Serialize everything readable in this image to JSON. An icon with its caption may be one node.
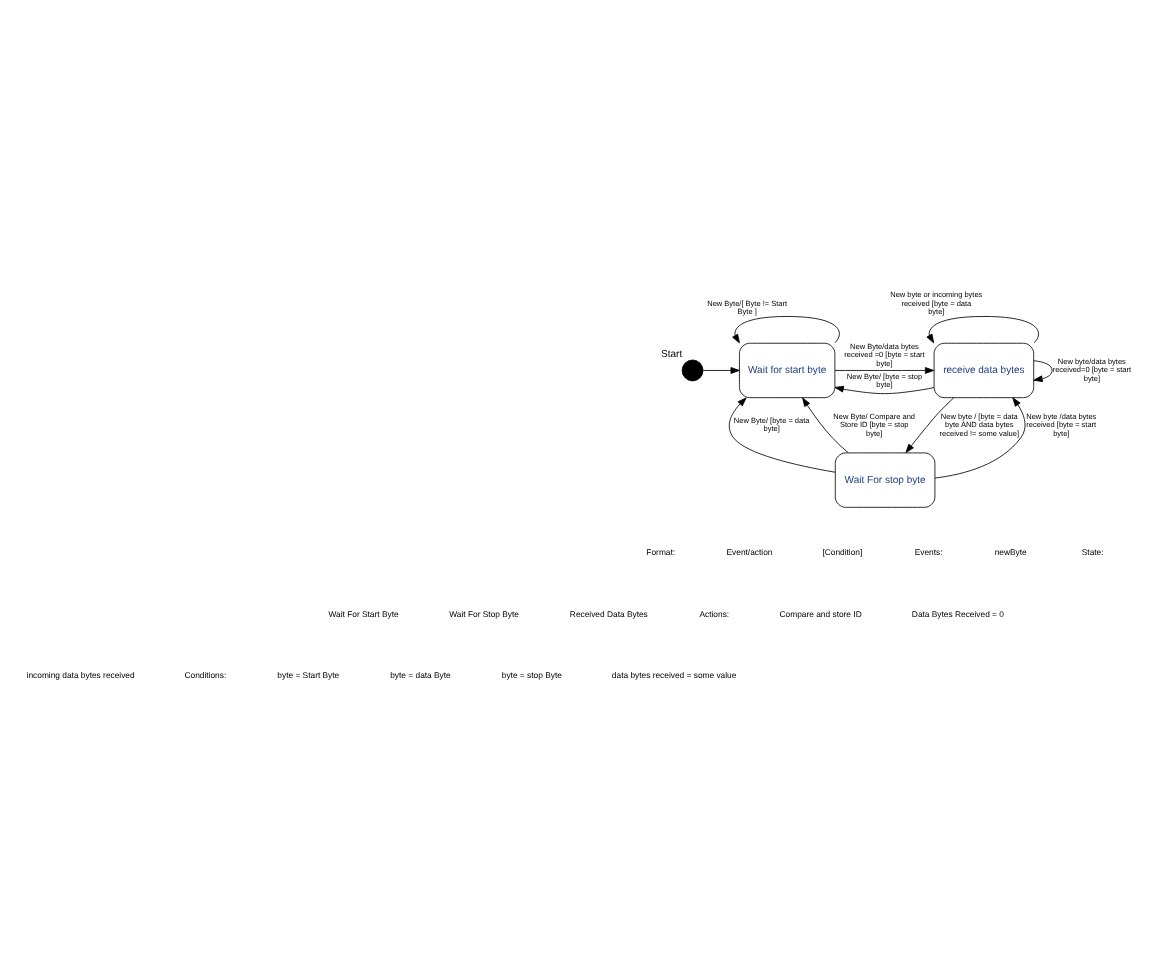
{
  "diagram": {
    "nodes": [
      {
        "text": [],
        "shape": "circle",
        "beside": [
          "Start"
        ]
      },
      {
        "text": [
          "Wait for start byte"
        ]
      },
      {
        "text": [
          "receive data bytes"
        ]
      },
      {
        "text": [
          "Wait For stop byte"
        ]
      }
    ],
    "edges": [
      {
        "from": 0,
        "to": 1,
        "arrow": "to"
      },
      {
        "from": 1,
        "to": 1,
        "arrow": "to",
        "label": "New Byte/[ Byte != Start Byte ]"
      },
      {
        "from": 1,
        "to": 2,
        "arrow": "to",
        "label": "New Byte/data bytes received =0 [byte = start byte]"
      },
      {
        "from": 2,
        "to": 1,
        "arrow": "to",
        "label": "New Byte/ [byte = stop byte]"
      },
      {
        "from": 2,
        "to": 2,
        "arrow": "to",
        "label": "New byte or incoming bytes received [byte = data byte]"
      },
      {
        "from": 2,
        "to": 2,
        "arrow": "to",
        "label": "New byte/data bytes received=0 [byte = start byte]"
      },
      {
        "from": 3,
        "to": 1,
        "arrow": "to",
        "label": "New Byte/ [byte = data byte]"
      },
      {
        "from": 3,
        "to": 1,
        "arrow": "to",
        "label": "New Byte/ Compare and Store ID [byte = stop byte]"
      },
      {
        "from": 2,
        "to": 3,
        "arrow": "to",
        "label": "New byte / [byte = data byte AND data bytes received != some value]"
      },
      {
        "from": 3,
        "to": 2,
        "arrow": "to",
        "label": "New byte /data bytes received [byte = start byte]"
      }
    ],
    "labels": [
      "Format:",
      "Event/action",
      "[Condition]",
      "Events:",
      "newByte",
      "State:",
      "Wait For Start Byte",
      "Wait For Stop Byte",
      "Received Data Bytes",
      "Actions:",
      "Compare and store ID",
      "Data Bytes Received = 0",
      "incoming data bytes received",
      "Conditions:",
      "byte = Start Byte",
      "byte = data Byte",
      "byte = stop Byte",
      "data bytes received = some value"
    ]
  }
}
